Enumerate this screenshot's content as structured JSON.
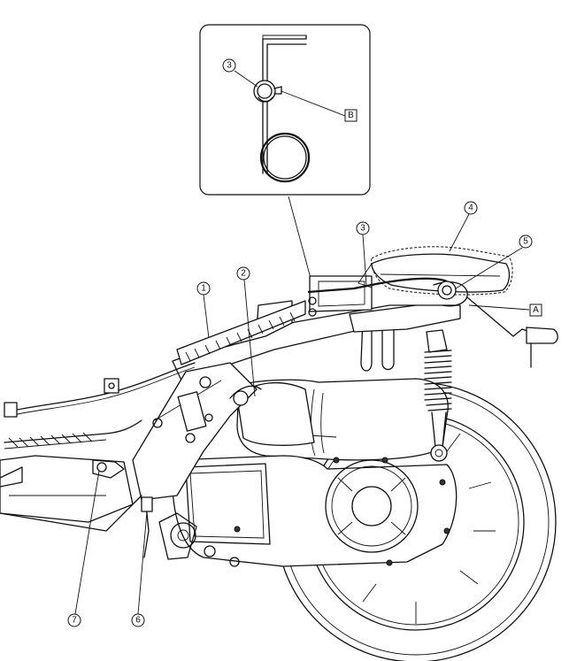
{
  "callouts": {
    "c1": "1",
    "c2": "2",
    "c3_inset": "3",
    "c3_main": "3",
    "c4": "4",
    "c5": "5",
    "c6": "6",
    "c7": "7"
  },
  "letter_labels": {
    "A": "A",
    "B": "B"
  }
}
